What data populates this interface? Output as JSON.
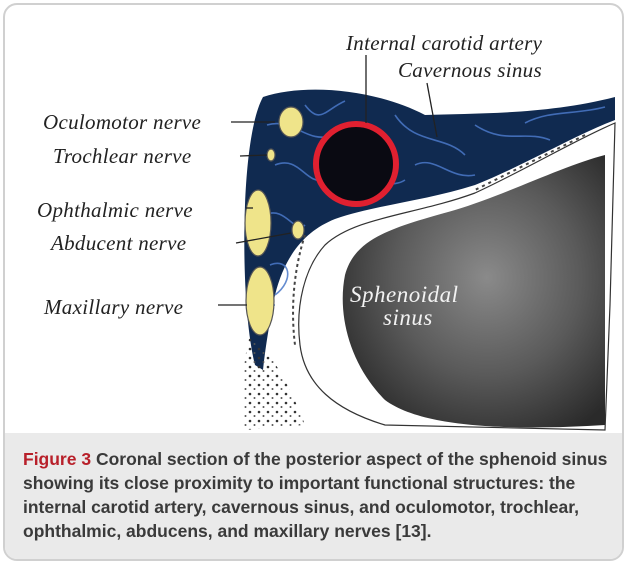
{
  "figure": {
    "labels": {
      "internal_carotid_artery": "Internal carotid artery",
      "cavernous_sinus": "Cavernous sinus",
      "oculomotor_nerve": "Oculomotor nerve",
      "trochlear_nerve": "Trochlear nerve",
      "ophthalmic_nerve": "Ophthalmic nerve",
      "abducent_nerve": "Abducent nerve",
      "maxillary_nerve": "Maxillary nerve",
      "sphenoidal_sinus_line1": "Sphenoidal",
      "sphenoidal_sinus_line2": "sinus"
    },
    "colors": {
      "sinus_fill": "#102a50",
      "sinus_vessels": "#4a78c8",
      "artery_ring": "#e02030",
      "artery_lumen": "#0a0a12",
      "nerve_fill": "#efe48a",
      "bone_gray": "#5a5a5a"
    }
  },
  "caption": {
    "figure_number": "Figure 3",
    "text": " Coronal section of the posterior aspect of the sphenoid sinus showing its close proximity to important functional structures: the internal carotid artery, cavernous sinus, and oculomotor, trochlear, ophthalmic, abducens, and maxillary nerves [13]."
  }
}
